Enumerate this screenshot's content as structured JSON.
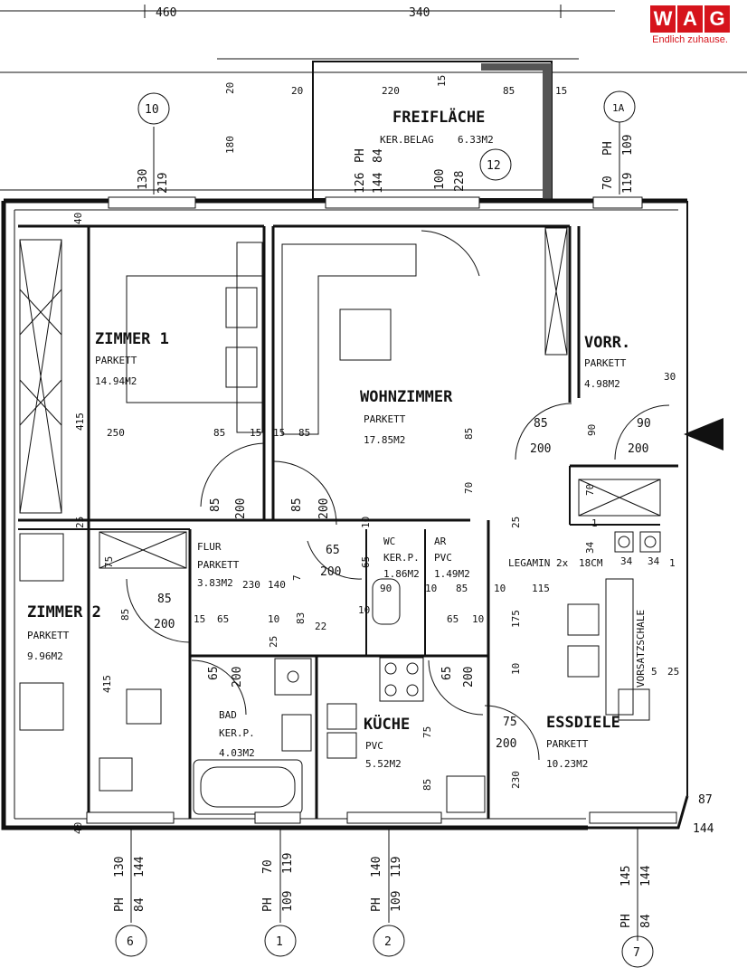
{
  "logo": {
    "letters": [
      "W",
      "A",
      "G"
    ],
    "tagline": "Endlich zuhause."
  },
  "rooms": [
    {
      "id": "freiflaeche",
      "name": "FREIFLÄCHE",
      "floor": "KER.BELAG",
      "area": "6.33M2"
    },
    {
      "id": "zimmer1",
      "name": "ZIMMER 1",
      "floor": "PARKETT",
      "area": "14.94M2"
    },
    {
      "id": "wohnzimmer",
      "name": "WOHNZIMMER",
      "floor": "PARKETT",
      "area": "17.85M2"
    },
    {
      "id": "vorr",
      "name": "VORR.",
      "floor": "PARKETT",
      "area": "4.98M2"
    },
    {
      "id": "zimmer2",
      "name": "ZIMMER 2",
      "floor": "PARKETT",
      "area": "9.96M2"
    },
    {
      "id": "flur",
      "name": "FLUR",
      "floor": "PARKETT",
      "area": "3.83M2"
    },
    {
      "id": "wc",
      "name": "WC",
      "floor": "KER.P.",
      "area": "1.86M2"
    },
    {
      "id": "ar",
      "name": "AR",
      "floor": "PVC",
      "area": "1.49M2"
    },
    {
      "id": "bad",
      "name": "BAD",
      "floor": "KER.P.",
      "area": "4.03M2"
    },
    {
      "id": "kueche",
      "name": "KÜCHE",
      "floor": "PVC",
      "area": "5.52M2"
    },
    {
      "id": "essdiele",
      "name": "ESSDIELE",
      "floor": "PARKETT",
      "area": "10.23M2"
    }
  ],
  "labels": {
    "legcamin": "LEGAMIN 2x",
    "legcamin_dim": "18CM",
    "vorsatz": "VORSATZSCHALE"
  },
  "top_dims": [
    "460",
    "340"
  ],
  "window_markers": [
    {
      "num": "10",
      "ph": "",
      "a": "130",
      "b": "219"
    },
    {
      "num": "12",
      "ph": "PH",
      "a": "126",
      "b": "144",
      "c": "84"
    },
    {
      "num": "1A",
      "ph": "PH",
      "a": "70",
      "b": "119",
      "c": "109"
    },
    {
      "num": "6",
      "ph": "PH",
      "a": "130",
      "b": "144",
      "c": "84"
    },
    {
      "num": "1",
      "ph": "PH",
      "a": "70",
      "b": "119",
      "c": "109"
    },
    {
      "num": "2",
      "ph": "PH",
      "a": "140",
      "b": "119",
      "c": "109"
    },
    {
      "num": "7",
      "ph": "PH",
      "a": "145",
      "b": "144",
      "c": "84"
    }
  ],
  "dims": {
    "d20a": "20",
    "d20b": "20",
    "d220": "220",
    "d15a": "15",
    "d85a": "85",
    "d15b": "15",
    "d180": "180",
    "d100": "100",
    "d228": "228",
    "d40a": "40",
    "d415a": "415",
    "d250": "250",
    "d85b": "85",
    "d15c": "15",
    "d15d": "15",
    "d85c": "85",
    "d85d": "85",
    "d70a": "70",
    "d30": "30",
    "d90a": "90",
    "d85e": "85",
    "d200a": "200",
    "d90b": "90",
    "d200b": "200",
    "d85f": "85",
    "d200c": "200",
    "d85g": "85",
    "d200d": "200",
    "d25a": "25",
    "d75a": "75",
    "d10a": "10",
    "d65a": "65",
    "d200e": "200",
    "d65b": "65",
    "d90c": "90",
    "d10b": "10",
    "d230": "230",
    "d140": "140",
    "d7": "7",
    "d10c": "10",
    "d85h": "85",
    "d10d": "10",
    "d115": "115",
    "d25b": "25",
    "d34a": "34",
    "d34b": "34",
    "d34c": "34",
    "d1": "1",
    "d85i": "85",
    "d200f": "200",
    "d85j": "85",
    "d15e": "15",
    "d65c": "65",
    "d10e": "10",
    "d83": "83",
    "d22": "22",
    "d25c": "25",
    "d65d": "65",
    "d10f": "10",
    "d175": "175",
    "d10g": "10",
    "d65e": "65",
    "d200g": "200",
    "d65f": "65",
    "d200h": "200",
    "d415b": "415",
    "d75b": "75",
    "d75c": "75",
    "d200i": "200",
    "d85k": "85",
    "d230b": "230",
    "d5": "5",
    "d25d": "25",
    "d87": "87",
    "d144": "144",
    "d40b": "40",
    "d70b": "70",
    "d1b": "1"
  }
}
